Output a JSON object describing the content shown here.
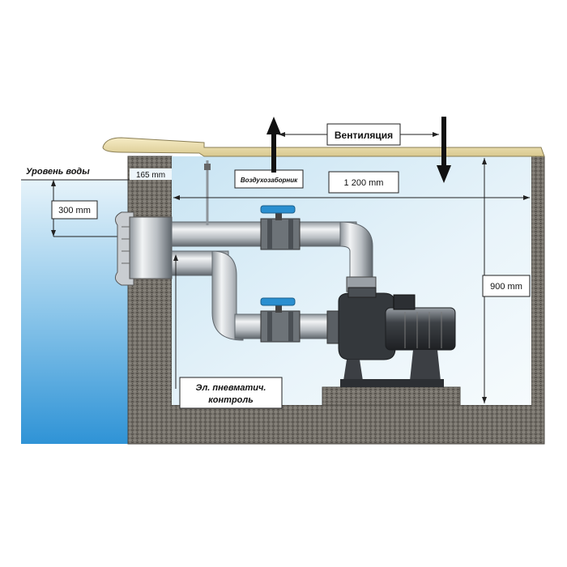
{
  "labels": {
    "water_level": "Уровень воды",
    "dim_165": "165 mm",
    "dim_300": "300 mm",
    "ventilation": "Вентиляция",
    "air_intake": "Воздухозаборник",
    "dim_1200": "1 200 mm",
    "dim_900": "900 mm",
    "control_line1": "Эл. пневматич.",
    "control_line2": "контроль"
  },
  "colors": {
    "water_light": "#dbeef8",
    "water_deep": "#3a9bdb",
    "wall": "#6e6a64",
    "lid": "#efe2b3",
    "pipe": "#c8ccd0",
    "pipe_dark": "#6d7378",
    "valve": "#2a8fd0",
    "pump": "#3c3f44"
  }
}
